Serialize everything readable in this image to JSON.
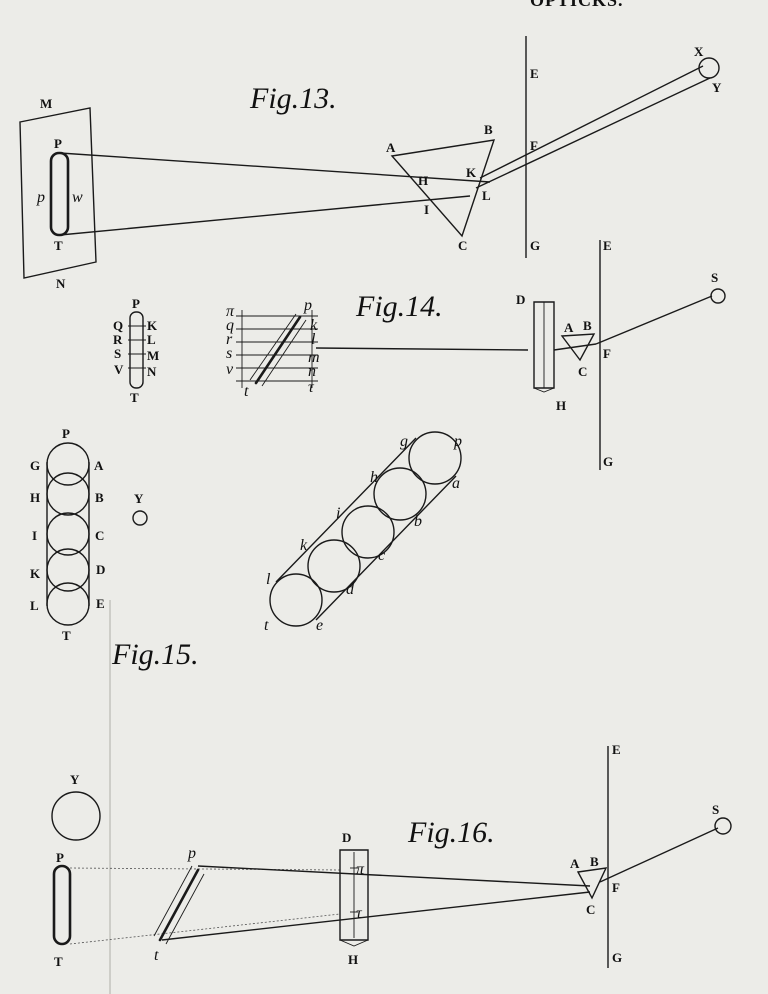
{
  "header": {
    "running_head": "OPTICKS."
  },
  "fig13": {
    "caption": "Fig.13.",
    "labels": {
      "M": "M",
      "N": "N",
      "P": "P",
      "T": "T",
      "p": "p",
      "w": "w",
      "A": "A",
      "B": "B",
      "C": "C",
      "H": "H",
      "I": "I",
      "K": "K",
      "L": "L",
      "E": "E",
      "F": "F",
      "G": "G",
      "X": "X",
      "Y": "Y"
    }
  },
  "fig14": {
    "caption": "Fig.14.",
    "labels": {
      "P": "P",
      "Q": "Q",
      "R": "R",
      "S": "S",
      "V": "V",
      "K": "K",
      "L": "L",
      "M": "M",
      "N": "N",
      "T": "T",
      "pi": "π",
      "q": "q",
      "r": "r",
      "s": "s",
      "v": "v",
      "t": "t",
      "p": "p",
      "k": "k",
      "l": "l",
      "m": "m",
      "n": "n",
      "tau": "τ",
      "D": "D",
      "H": "H",
      "A": "A",
      "B": "B",
      "C": "C",
      "F": "F",
      "E": "E",
      "G": "G",
      "Sun": "S"
    }
  },
  "fig15": {
    "caption": "Fig.15.",
    "labels": {
      "P": "P",
      "G": "G",
      "A": "A",
      "H": "H",
      "B": "B",
      "I": "I",
      "C": "C",
      "K": "K",
      "D": "D",
      "L": "L",
      "E": "E",
      "T": "T",
      "Y": "Y",
      "g": "g",
      "p": "p",
      "h": "h",
      "a": "a",
      "i": "i",
      "b": "b",
      "k": "k",
      "c": "c",
      "l": "l",
      "d": "d",
      "t": "t",
      "e": "e"
    }
  },
  "fig16": {
    "caption": "Fig.16.",
    "labels": {
      "Y": "Y",
      "P": "P",
      "T": "T",
      "p": "p",
      "t": "t",
      "D": "D",
      "H": "H",
      "pi": "π",
      "tau": "τ",
      "A": "A",
      "B": "B",
      "C": "C",
      "F": "F",
      "E": "E",
      "G": "G",
      "S": "S"
    }
  }
}
